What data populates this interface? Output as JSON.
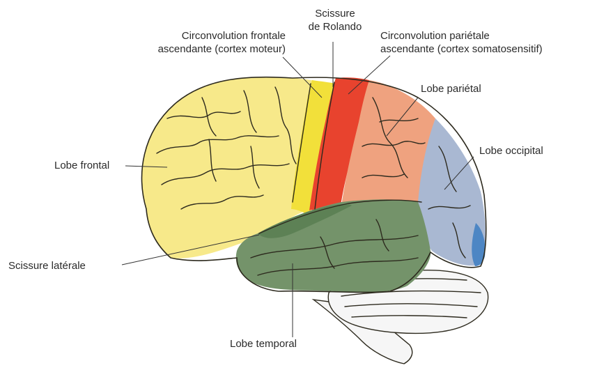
{
  "labels": {
    "scissure_rolando": [
      "Scissure",
      "de Rolando"
    ],
    "frontale_ascendante": [
      "Circonvolution frontale",
      "ascendante (cortex moteur)"
    ],
    "parietale_ascendante": [
      "Circonvolution pariétale",
      "ascendante (cortex somatosensitif)"
    ],
    "lobe_parietal": "Lobe pariétal",
    "lobe_frontal": "Lobe frontal",
    "lobe_occipital": "Lobe occipital",
    "scissure_laterale": "Scissure latérale",
    "lobe_temporal": "Lobe temporal"
  },
  "colors": {
    "frontal": "#f7e98a",
    "motor_cortex": "#f2e03a",
    "rolando": "#e8432e",
    "somatosensory": "#e9a07a",
    "parietal": "#efa27f",
    "occipital": "#a9b8d2",
    "occipital_tip": "#4d86c4",
    "temporal": "#74936a",
    "temporal_dark": "#5d8155",
    "cerebellum": "#f6f6f6"
  }
}
